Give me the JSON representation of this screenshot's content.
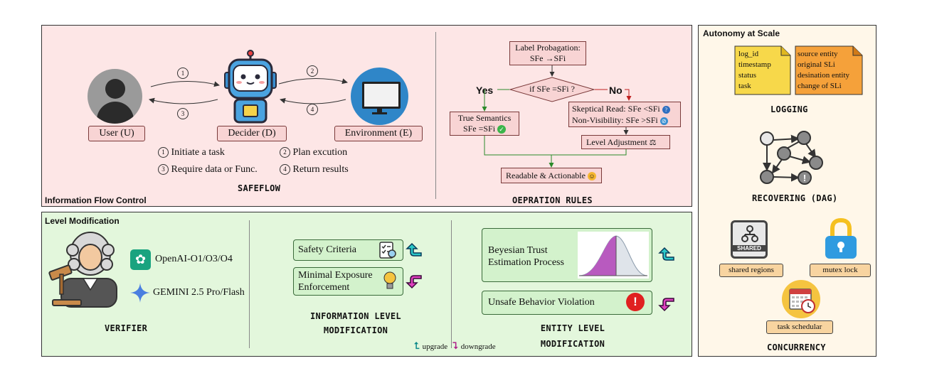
{
  "panels": {
    "ifc_label": "Information Flow Control",
    "level_mod_label": "Level Modification",
    "autonomy_label": "Autonomy at Scale"
  },
  "safeflow": {
    "user": "User (U)",
    "decider": "Decider (D)",
    "environment": "Environment (E)",
    "steps": [
      {
        "num": "1",
        "text": "Initiate a task"
      },
      {
        "num": "2",
        "text": "Plan excution"
      },
      {
        "num": "3",
        "text": "Require data or Func."
      },
      {
        "num": "4",
        "text": "Return results"
      }
    ],
    "title": "SAFEFLOW"
  },
  "rules": {
    "label_prop_line1": "Label Probagation:",
    "label_prop_line2": "SFe →SFi",
    "condition": "if SFe =SFi ?",
    "yes": "Yes",
    "no": "No",
    "true_sem_line1": "True Semantics",
    "true_sem_line2": "SFe =SFi",
    "skeptical": "Skeptical Read: SFe <SFi",
    "nonvis": "Non-Visibility: SFe >SFi",
    "level_adj": "Level Adjustment",
    "readable": "Readable & Actionable",
    "title": "OEPRATION RULES"
  },
  "verifier": {
    "openai": "OpenAI-O1/O3/O4",
    "gemini": "GEMINI 2.5 Pro/Flash",
    "title": "VERIFIER"
  },
  "info_level": {
    "safety": "Safety Criteria",
    "minimal_line1": "Minimal Exposure",
    "minimal_line2": "Enforcement",
    "title_line1": "INFORMATION LEVEL",
    "title_line2": "MODIFICATION"
  },
  "entity_level": {
    "bayes_line1": "Beyesian Trust",
    "bayes_line2": "Estimation Process",
    "unsafe": "Unsafe Behavior Violation",
    "title_line1": "ENTITY LEVEL",
    "title_line2": "MODIFICATION"
  },
  "legend": {
    "upgrade": "upgrade",
    "downgrade": "downgrade"
  },
  "autonomy": {
    "log_note1": [
      "log_id",
      "timestamp",
      "status",
      "task"
    ],
    "log_note2": [
      "source entity",
      "original SLi",
      "desination entity",
      "change of SLi"
    ],
    "logging": "LOGGING",
    "recovering": "RECOVERING (DAG)",
    "shared_icon_text": "SHARED",
    "shared": "shared regions",
    "mutex": "mutex lock",
    "scheduler": "task schedular",
    "concurrency": "CONCURRENCY"
  },
  "colors": {
    "pink_bg": "#fde6e6",
    "green_bg": "#e3f7dc",
    "note_yellow": "#f7d84a",
    "note_orange": "#f5a13a",
    "upgrade_arrow": "#0d8a8a",
    "downgrade_arrow": "#b0208a"
  }
}
